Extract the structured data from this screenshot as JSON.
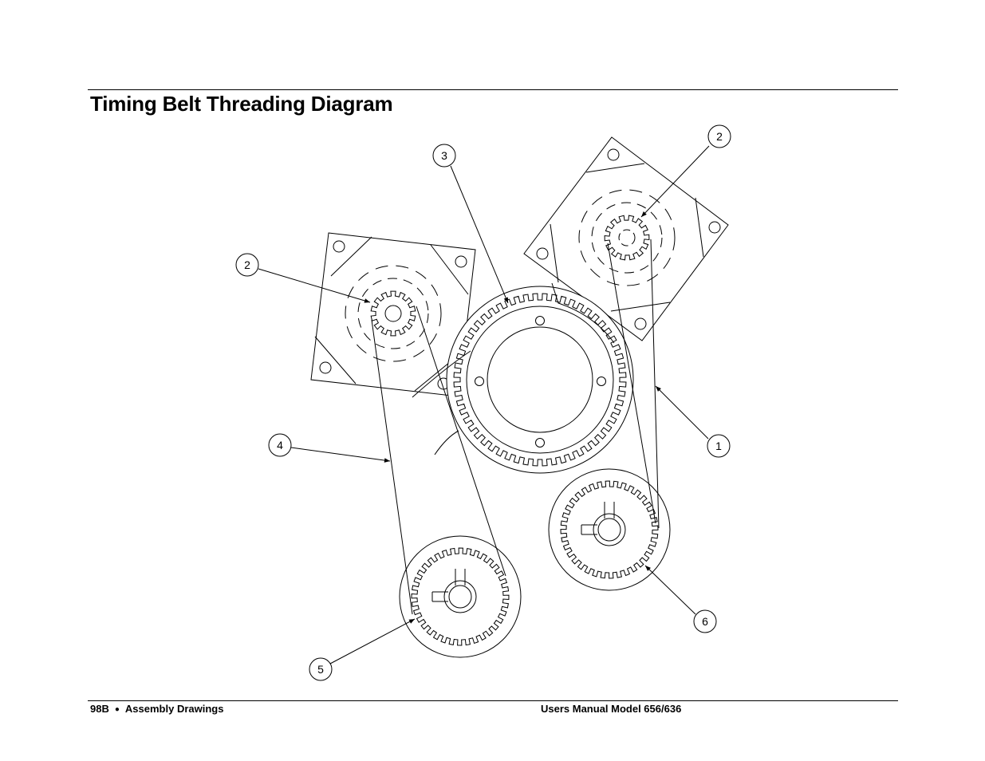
{
  "header": {
    "title": "Timing Belt Threading Diagram"
  },
  "footer": {
    "page": "98B",
    "separator": "●",
    "section": "Assembly Drawings",
    "manual": "Users Manual Model 656/636"
  },
  "callouts": [
    {
      "id": "callout-1",
      "label": "1"
    },
    {
      "id": "callout-2-right",
      "label": "2"
    },
    {
      "id": "callout-2-left",
      "label": "2"
    },
    {
      "id": "callout-3",
      "label": "3"
    },
    {
      "id": "callout-4",
      "label": "4"
    },
    {
      "id": "callout-5",
      "label": "5"
    },
    {
      "id": "callout-6",
      "label": "6"
    }
  ]
}
